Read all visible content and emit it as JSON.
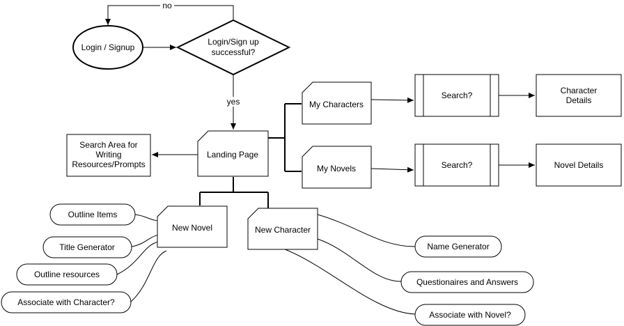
{
  "nodes": {
    "login": "Login / Signup",
    "decision": [
      "Login/Sign up",
      "successful?"
    ],
    "landing": "Landing Page",
    "search_area": [
      "Search Area for",
      "Writing",
      "Resources/Prompts"
    ],
    "my_characters": "My Characters",
    "my_novels": "My Novels",
    "search_characters": "Search?",
    "search_novels": "Search?",
    "character_details": [
      "Character",
      "Details"
    ],
    "novel_details": "Novel Details",
    "new_novel": "New Novel",
    "new_character": "New Character",
    "outline_items": "Outline Items",
    "title_generator": "Title Generator",
    "outline_resources": "Outline resources",
    "associate_character": "Associate with Character?",
    "name_generator": "Name Generator",
    "questionnaires": "Questionaires and Answers",
    "associate_novel": "Associate with Novel?"
  },
  "edge_labels": {
    "no": "no",
    "yes": "yes"
  }
}
